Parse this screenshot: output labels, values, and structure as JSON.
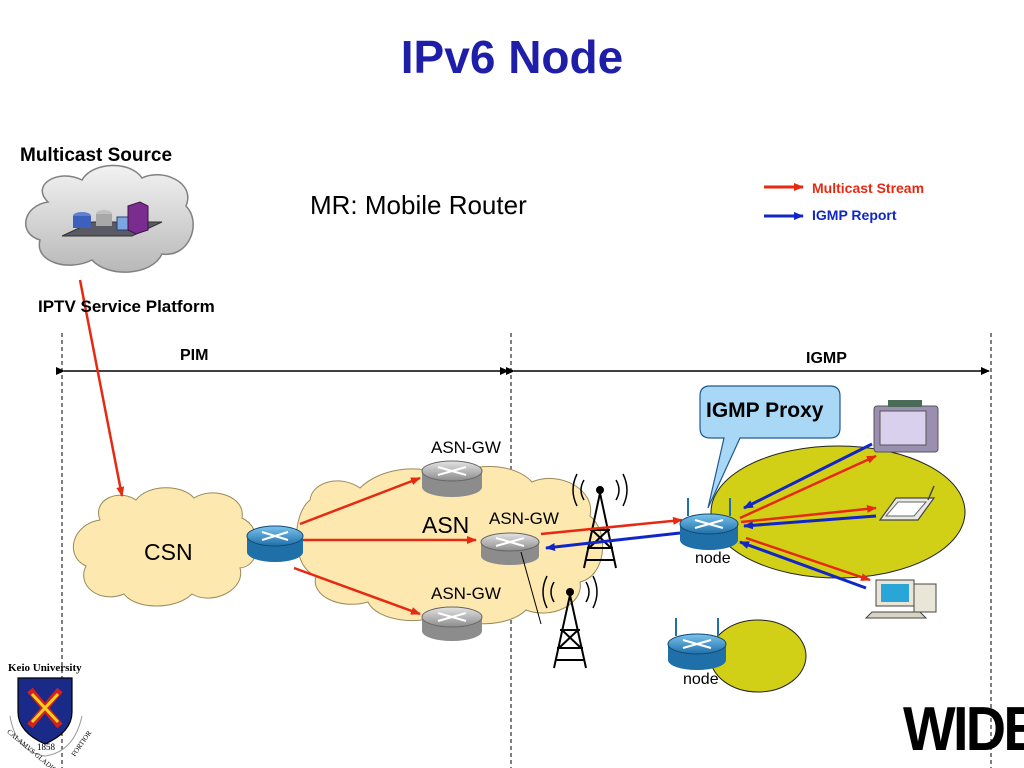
{
  "title": "IPv6 Node",
  "source": {
    "label": "Multicast Source",
    "platform_label": "IPTV Service Platform"
  },
  "note": "MR: Mobile Router",
  "legend": {
    "stream": {
      "label": "Multicast Stream",
      "color": "#e62a12"
    },
    "igmp": {
      "label": "IGMP Report",
      "color": "#1226c8"
    }
  },
  "zones": {
    "pim": "PIM",
    "igmp": "IGMP"
  },
  "network": {
    "csn": "CSN",
    "asn": "ASN",
    "asn_gw_top": "ASN-GW",
    "asn_gw_mid": "ASN-GW",
    "asn_gw_bottom": "ASN-GW",
    "node_a": "node",
    "node_b": "node",
    "proxy": "IGMP Proxy"
  },
  "logos": {
    "keio": {
      "name": "Keio University",
      "year": "1858",
      "motto": "CALAMVS GLADIO FORTIOR"
    },
    "wide": "WIDE"
  },
  "colors": {
    "title": "#1e1ea8",
    "cloud_fill": "#fde8b0",
    "node_area": "#d2cf17",
    "proxy_bubble": "#a9d8f7"
  }
}
